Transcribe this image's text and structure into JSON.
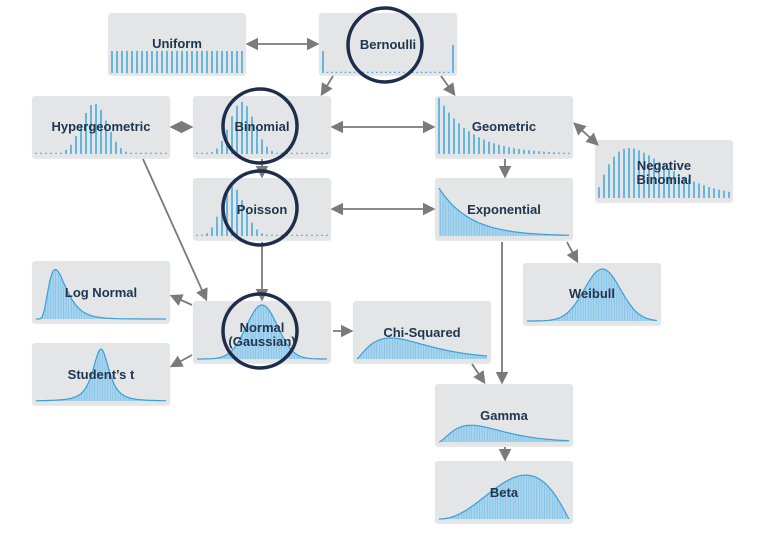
{
  "colors": {
    "box_bg": "#e4e5e7",
    "text": "#20354f",
    "bar": "#47a9dc",
    "fill": "#a9d4ee",
    "stroke": "#3a9fd6",
    "arrow": "#7a7a7a",
    "circle": "#1f2d4d"
  },
  "nodes": {
    "uniform": {
      "label": "Uniform"
    },
    "bernoulli": {
      "label": "Bernoulli"
    },
    "hypergeometric": {
      "label": "Hypergeometric"
    },
    "binomial": {
      "label": "Binomial"
    },
    "geometric": {
      "label": "Geometric"
    },
    "negative_binomial": {
      "label1": "Negative",
      "label2": "Binomial"
    },
    "poisson": {
      "label": "Poisson"
    },
    "exponential": {
      "label": "Exponential"
    },
    "log_normal": {
      "label": "Log Normal"
    },
    "weibull": {
      "label": "Weibull"
    },
    "normal": {
      "label1": "Normal",
      "label2": "(Gaussian)"
    },
    "chi_squared": {
      "label": "Chi-Squared"
    },
    "students_t": {
      "label": "Student’s t"
    },
    "gamma": {
      "label": "Gamma"
    },
    "beta": {
      "label": "Beta"
    }
  },
  "highlighted": [
    "Bernoulli",
    "Binomial",
    "Poisson",
    "Normal (Gaussian)"
  ]
}
